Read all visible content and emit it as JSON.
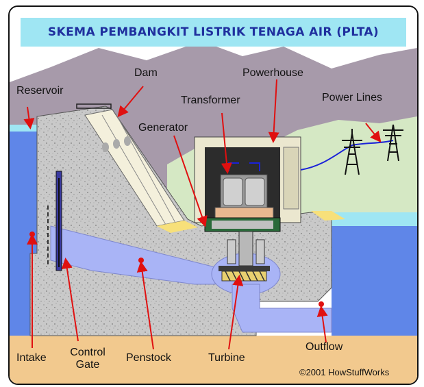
{
  "title": "SKEMA PEMBANGKIT LISTRIK TENAGA AIR (PLTA)",
  "labels": {
    "reservoir": "Reservoir",
    "dam": "Dam",
    "powerhouse": "Powerhouse",
    "transformer": "Transformer",
    "power_lines": "Power Lines",
    "generator": "Generator",
    "intake": "Intake",
    "control_gate_line1": "Control",
    "control_gate_line2": "Gate",
    "penstock": "Penstock",
    "turbine": "Turbine",
    "outflow": "Outflow"
  },
  "copyright": "©2001 HowStuffWorks",
  "colors": {
    "title_bar": "#9fe6f3",
    "title_text": "#1f2f9e",
    "water": "#5f86e8",
    "water_flow": "#a9b4f6",
    "concrete": "#c8c8c8",
    "ground": "#f2c98e",
    "sky": "#ffffff",
    "mountain": "#a79aaa",
    "hill": "#d5e8c4",
    "pointer": "#e01010",
    "power_line": "#1a22d8"
  },
  "icons": [
    "transmission-tower-icon",
    "transformer-icon",
    "generator-icon",
    "turbine-icon",
    "control-gate-icon",
    "arrow-pointer-icon"
  ]
}
